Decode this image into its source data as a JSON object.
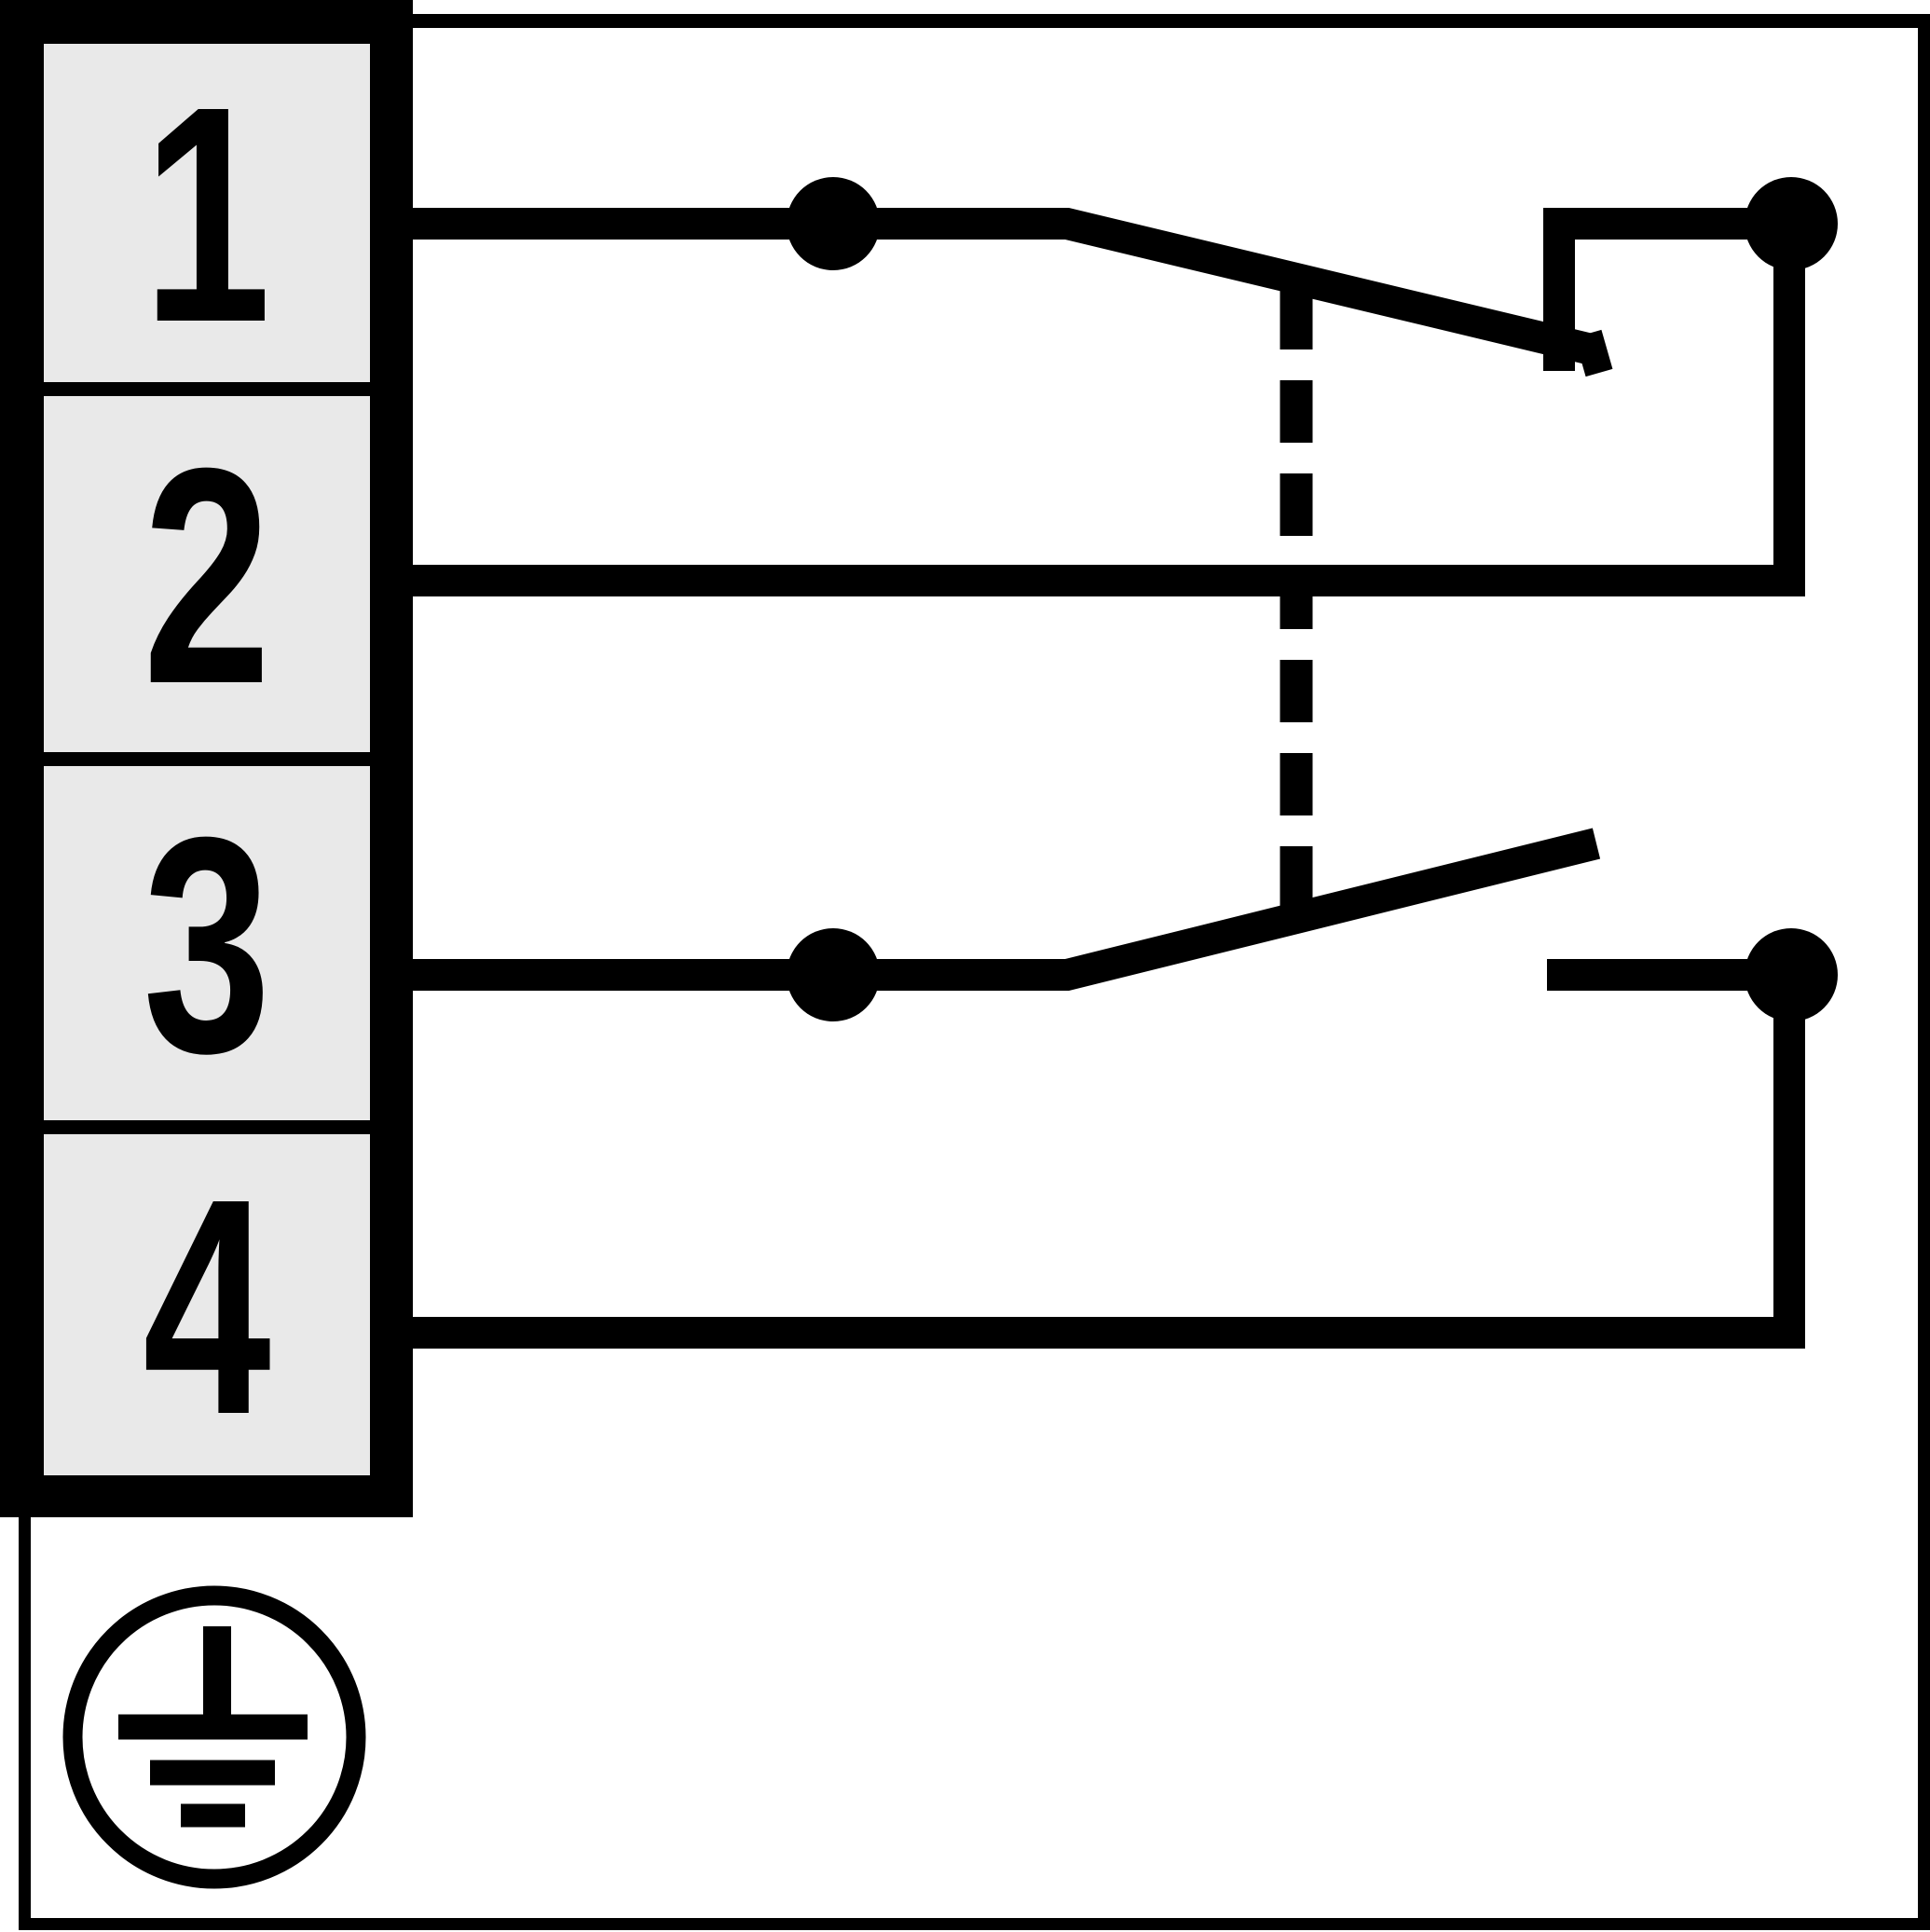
{
  "diagram_kind": "switch-contact-wiring-diagram",
  "terminals": {
    "items": [
      {
        "label": "1"
      },
      {
        "label": "2"
      },
      {
        "label": "3"
      },
      {
        "label": "4"
      }
    ]
  },
  "symbols": {
    "top_contact": "nc-break-contact-terminals-1-2",
    "bottom_contact": "no-make-contact-terminals-3-4",
    "coupling": "mechanical-coupling-dashed-line",
    "ground_icon": "protective-earth"
  },
  "colors": {
    "line": "#000000",
    "background": "#ffffff",
    "terminal_block_fill": "#000000",
    "terminal_cell_fill": "#e9e9e9"
  }
}
